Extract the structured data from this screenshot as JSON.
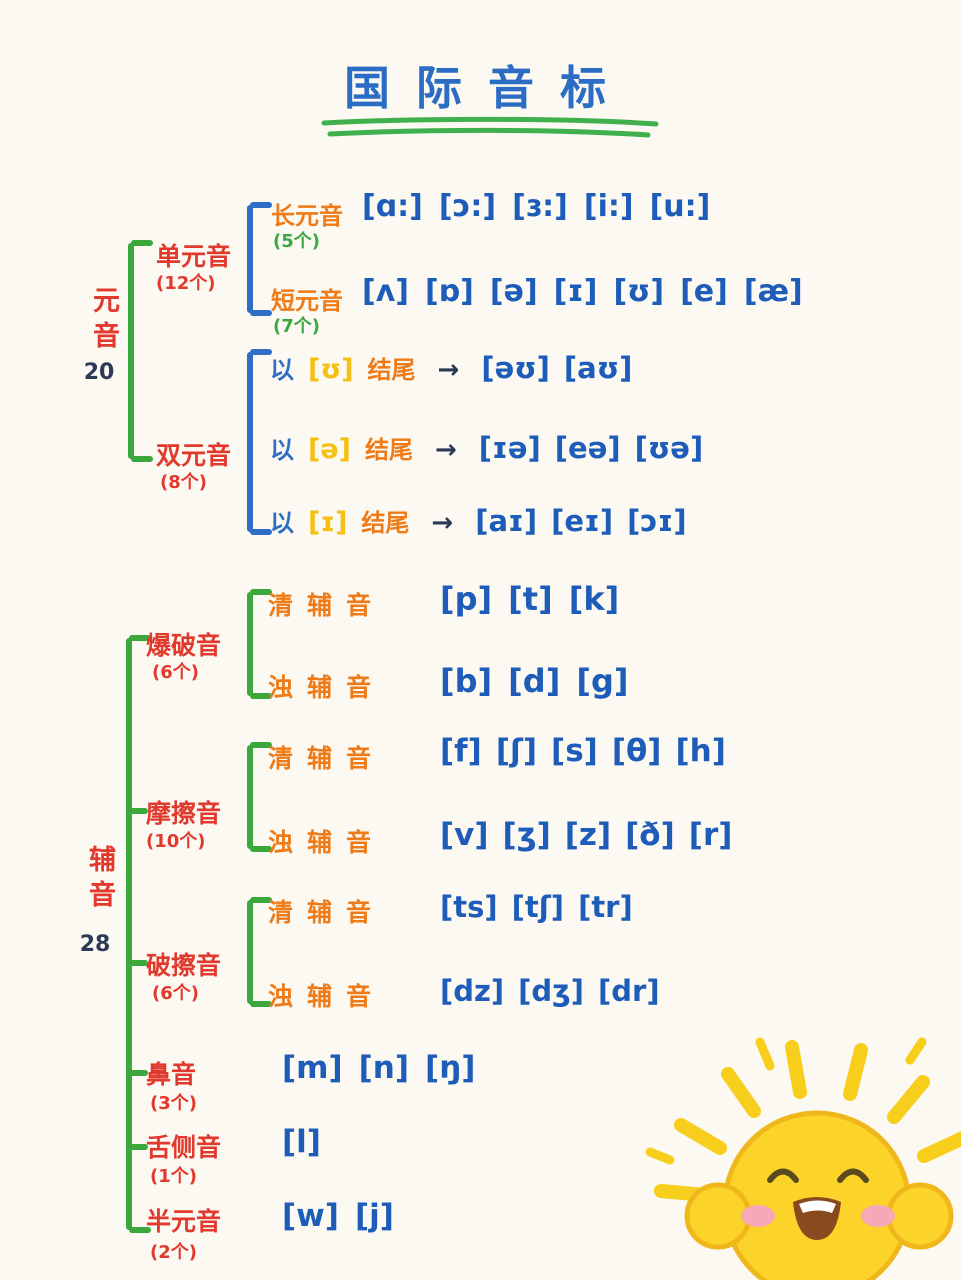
{
  "title": "国际音标",
  "colors": {
    "title_blue": "#2b6cc5",
    "underline_green": "#3fb04b",
    "bracket_green": "#3aa83c",
    "bracket_blue": "#2e6ec6",
    "label_red": "#e2392e",
    "label_orange": "#ef7a18",
    "highlight_yellow": "#f4c013",
    "symbol_blue": "#1d5cb8",
    "count_green": "#3aa83c",
    "text_dark": "#2c3a55",
    "sun_yellow": "#fcd429"
  },
  "vowels": {
    "label": "元音",
    "count": "20",
    "monophthongs": {
      "label": "单元音",
      "count": "(12个)",
      "long": {
        "label": "长元音",
        "count": "(5个)",
        "symbols": [
          "[ɑ:]",
          "[ɔ:]",
          "[ɜ:]",
          "[i:]",
          "[u:]"
        ]
      },
      "short": {
        "label": "短元音",
        "count": "(7个)",
        "symbols": [
          "[ʌ]",
          "[ɒ]",
          "[ə]",
          "[ɪ]",
          "[ʊ]",
          "[e]",
          "[æ]"
        ]
      }
    },
    "diphthongs": {
      "label": "双元音",
      "count": "(8个)",
      "rows": [
        {
          "prefix": "以",
          "ending": "[ʊ]",
          "suffix": "结尾",
          "arrow": "→",
          "symbols": [
            "[əʊ]",
            "[aʊ]"
          ]
        },
        {
          "prefix": "以",
          "ending": "[ə]",
          "suffix": "结尾",
          "arrow": "→",
          "symbols": [
            "[ɪə]",
            "[eə]",
            "[ʊə]"
          ]
        },
        {
          "prefix": "以",
          "ending": "[ɪ]",
          "suffix": "结尾",
          "arrow": "→",
          "symbols": [
            "[aɪ]",
            "[eɪ]",
            "[ɔɪ]"
          ]
        }
      ]
    }
  },
  "consonants": {
    "label": "辅音",
    "count": "28",
    "groups": [
      {
        "label": "爆破音",
        "count": "(6个)",
        "voiceless": {
          "label": "清辅音",
          "symbols": [
            "[p]",
            "[t]",
            "[k]"
          ]
        },
        "voiced": {
          "label": "浊辅音",
          "symbols": [
            "[b]",
            "[d]",
            "[g]"
          ]
        }
      },
      {
        "label": "摩擦音",
        "count": "(10个)",
        "voiceless": {
          "label": "清辅音",
          "symbols": [
            "[f]",
            "[ʃ]",
            "[s]",
            "[θ]",
            "[h]"
          ]
        },
        "voiced": {
          "label": "浊辅音",
          "symbols": [
            "[v]",
            "[ʒ]",
            "[z]",
            "[ð]",
            "[r]"
          ]
        }
      },
      {
        "label": "破擦音",
        "count": "(6个)",
        "voiceless": {
          "label": "清辅音",
          "symbols": [
            "[ts]",
            "[tʃ]",
            "[tr]"
          ]
        },
        "voiced": {
          "label": "浊辅音",
          "symbols": [
            "[dz]",
            "[dʒ]",
            "[dr]"
          ]
        }
      }
    ],
    "simple": [
      {
        "label": "鼻音",
        "count": "(3个)",
        "symbols": [
          "[m]",
          "[n]",
          "[ŋ]"
        ]
      },
      {
        "label": "舌侧音",
        "count": "(1个)",
        "symbols": [
          "[l]"
        ]
      },
      {
        "label": "半元音",
        "count": "(2个)",
        "symbols": [
          "[w]",
          "[j]"
        ]
      }
    ]
  },
  "mascot": {
    "icon": "sun-mascot"
  }
}
